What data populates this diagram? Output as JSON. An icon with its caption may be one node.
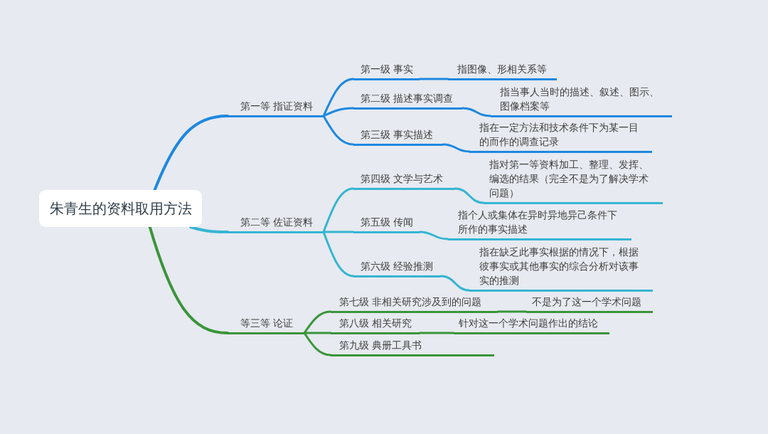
{
  "diagram": {
    "nodes": [
      {
        "text": [
          "朱青生的资料取用方法"
        ]
      },
      {
        "text": [
          "第一等 指证资料"
        ]
      },
      {
        "text": [
          "第一级 事实"
        ]
      },
      {
        "text": [
          "指图像、形相关系等"
        ]
      },
      {
        "text": [
          "第二级 描述事实调查"
        ]
      },
      {
        "text": [
          "指当事人当时的描述、叙述、图示、图像档案等"
        ]
      },
      {
        "text": [
          "第三级 事实描述"
        ]
      },
      {
        "text": [
          "指在一定方法和技术条件下为某一目的而作的调查记录"
        ]
      },
      {
        "text": [
          "第二等 佐证资料"
        ]
      },
      {
        "text": [
          "第四级 文学与艺术"
        ]
      },
      {
        "text": [
          "指对第一等资料加工、整理、发挥、编选的结果（完全不是为了解决学术问题）"
        ]
      },
      {
        "text": [
          "第五级 传闻"
        ]
      },
      {
        "text": [
          "指个人或集体在异时异地异己条件下所作的事实描述"
        ]
      },
      {
        "text": [
          "第六级 经验推测"
        ]
      },
      {
        "text": [
          "指在缺乏此事实根据的情况下，根据彼事实或其他事实的综合分析对该事实的推测"
        ]
      },
      {
        "text": [
          "等三等 论证"
        ]
      },
      {
        "text": [
          "第七级 非相关研究涉及到的问题"
        ]
      },
      {
        "text": [
          "不是为了这一个学术问题"
        ]
      },
      {
        "text": [
          "第八级 相关研究"
        ]
      },
      {
        "text": [
          "针对这一个学术问题作出的结论"
        ]
      },
      {
        "text": [
          "第九级 典册工具书"
        ]
      }
    ],
    "edges": [
      {
        "from": 0,
        "to": 1,
        "arrow": "none",
        "color": "#1e88e0"
      },
      {
        "from": 1,
        "to": 2,
        "arrow": "none",
        "color": "#1e88e0"
      },
      {
        "from": 2,
        "to": 3,
        "arrow": "none",
        "color": "#1e88e0"
      },
      {
        "from": 1,
        "to": 4,
        "arrow": "none",
        "color": "#1e88e0"
      },
      {
        "from": 4,
        "to": 5,
        "arrow": "none",
        "color": "#1e88e0"
      },
      {
        "from": 1,
        "to": 6,
        "arrow": "none",
        "color": "#1e88e0"
      },
      {
        "from": 6,
        "to": 7,
        "arrow": "none",
        "color": "#1e88e0"
      },
      {
        "from": 0,
        "to": 8,
        "arrow": "none",
        "color": "#35b5d2"
      },
      {
        "from": 8,
        "to": 9,
        "arrow": "none",
        "color": "#35b5d2"
      },
      {
        "from": 9,
        "to": 10,
        "arrow": "none",
        "color": "#35b5d2"
      },
      {
        "from": 8,
        "to": 11,
        "arrow": "none",
        "color": "#35b5d2"
      },
      {
        "from": 11,
        "to": 12,
        "arrow": "none",
        "color": "#35b5d2"
      },
      {
        "from": 8,
        "to": 13,
        "arrow": "none",
        "color": "#35b5d2"
      },
      {
        "from": 13,
        "to": 14,
        "arrow": "none",
        "color": "#35b5d2"
      },
      {
        "from": 0,
        "to": 15,
        "arrow": "none",
        "color": "#3a953a"
      },
      {
        "from": 15,
        "to": 16,
        "arrow": "none",
        "color": "#3a953a"
      },
      {
        "from": 16,
        "to": 17,
        "arrow": "none",
        "color": "#3a953a"
      },
      {
        "from": 15,
        "to": 18,
        "arrow": "none",
        "color": "#3a953a"
      },
      {
        "from": 18,
        "to": 19,
        "arrow": "none",
        "color": "#3a953a"
      },
      {
        "from": 15,
        "to": 20,
        "arrow": "none",
        "color": "#3a953a"
      }
    ]
  }
}
